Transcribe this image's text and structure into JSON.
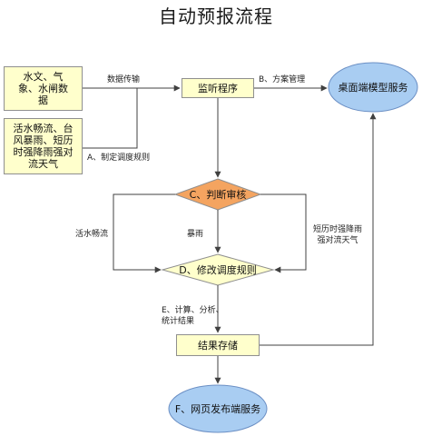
{
  "title": "自动预报流程",
  "nodes": {
    "source_data": "水文、气象、水闸数据",
    "weather_types": "活水畅流、台风暴雨、短历时强降雨强对流天气",
    "listener": "监听程序",
    "desktop_service": "桌面端模型服务",
    "judge": "C、判断审核",
    "modify_rules": "D、修改调度规则",
    "store_results": "结果存储",
    "web_service": "F、网页发布端服务"
  },
  "edge_labels": {
    "data_transfer": "数据传输",
    "plan_management": "B、方案管理",
    "make_rules": "A、制定调度规则",
    "active_flow": "活水畅流",
    "rainstorm": "暴雨",
    "short_rain_line1": "短历时强降雨",
    "short_rain_line2": "强对流天气",
    "calc_line1": "E、计算、分析、",
    "calc_line2": "统计结果"
  },
  "colors": {
    "box_fill": "#ffffcc",
    "decision_fill": "#f4a460",
    "ellipse_fill": "#a9cdf2",
    "ellipse_stroke": "#6b8fc4",
    "line": "#404040"
  }
}
